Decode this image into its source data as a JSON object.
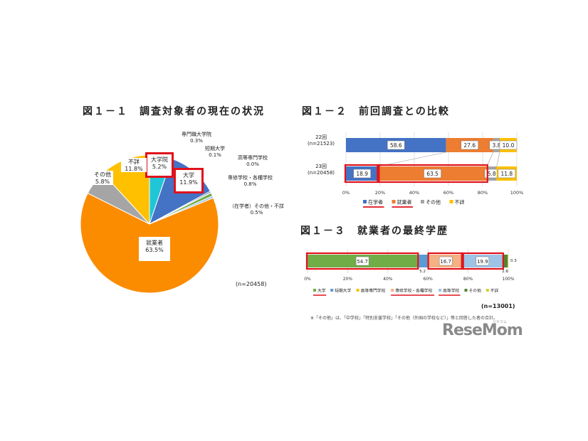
{
  "chart_data": [
    {
      "type": "pie",
      "title": "図１－１　調査対象者の現在の状況",
      "n_label": "(n=20458)",
      "slices": [
        {
          "name": "大学院",
          "value": 5.2,
          "label": "5.2%",
          "color": "#21c6d6",
          "highlight": true
        },
        {
          "name": "大学",
          "value": 11.9,
          "label": "11.9%",
          "color": "#4472c4",
          "highlight": true
        },
        {
          "name": "専門職大学院",
          "value": 0.3,
          "label": "0.3%",
          "color": "#2f4f8f"
        },
        {
          "name": "短期大学",
          "value": 0.1,
          "label": "0.1%",
          "color": "#5b9bd5"
        },
        {
          "name": "高等専門学校",
          "value": 0.0,
          "label": "0.0%",
          "color": "#a5a5a5"
        },
        {
          "name": "専修学校・各種学校",
          "value": 0.8,
          "label": "0.8%",
          "color": "#70ad47"
        },
        {
          "name": "（在学者）その他・不詳",
          "value": 0.5,
          "label": "0.5%",
          "color": "#9dc3e6"
        },
        {
          "name": "就業者",
          "value": 63.5,
          "label": "63.5%",
          "color": "#fb8c00"
        },
        {
          "name": "その他",
          "value": 5.8,
          "label": "5.8%",
          "color": "#a5a5a5"
        },
        {
          "name": "不詳",
          "value": 11.8,
          "label": "11.8%",
          "color": "#ffc000"
        }
      ]
    },
    {
      "type": "bar",
      "orientation": "horizontal-stacked-100",
      "title": "図１－２　前回調査との比較",
      "categories": [
        {
          "name": "22回",
          "n": "(n=21523)"
        },
        {
          "name": "23回",
          "n": "(n=20458)"
        }
      ],
      "series": [
        {
          "name": "在学者",
          "color": "#4472c4",
          "values": [
            58.6,
            18.9
          ]
        },
        {
          "name": "就業者",
          "color": "#ed7d31",
          "values": [
            27.6,
            63.5
          ]
        },
        {
          "name": "その他",
          "color": "#a5a5a5",
          "values": [
            3.8,
            5.8
          ]
        },
        {
          "name": "不詳",
          "color": "#ffc000",
          "values": [
            10.0,
            11.8
          ]
        }
      ],
      "value_labels": [
        [
          "58.6",
          "27.6",
          "3.8",
          "10.0"
        ],
        [
          "18.9",
          "63.5",
          "5.8",
          "11.8"
        ]
      ],
      "xticks": [
        "0%",
        "20%",
        "40%",
        "60%",
        "80%",
        "100%"
      ],
      "xlim": [
        0,
        100
      ]
    },
    {
      "type": "bar",
      "orientation": "horizontal-stacked-100",
      "title": "図１－３　就業者の最終学歴",
      "n_label": "(n=13001)",
      "note": "※「その他」は、「中学校」「特別支援学校」「その他（外国の学校など）」等と回答した者の合計。",
      "series": [
        {
          "name": "大学",
          "color": "#70ad47",
          "value": 54.7,
          "label": "54.7"
        },
        {
          "name": "短期大学",
          "color": "#5b9bd5",
          "value": 5.2,
          "label": "5.2"
        },
        {
          "name": "高等専門学校",
          "color": "#ffc000",
          "value": 0.6,
          "label": ""
        },
        {
          "name": "専修学校・各種学校",
          "color": "#f4b183",
          "value": 16.7,
          "label": "16.7"
        },
        {
          "name": "高等学校",
          "color": "#9dc3e6",
          "value": 19.9,
          "label": "19.9"
        },
        {
          "name": "その他",
          "color": "#548235",
          "value": 2.6,
          "label": "2.6"
        },
        {
          "name": "不詳",
          "color": "#c9d52b",
          "value": 0.3,
          "label": "0.3"
        }
      ],
      "xticks": [
        "0%",
        "20%",
        "40%",
        "60%",
        "80%",
        "100%"
      ],
      "xlim": [
        0,
        100
      ]
    }
  ],
  "logo": {
    "text": "ReseMom",
    "ruby": "リセマム"
  }
}
